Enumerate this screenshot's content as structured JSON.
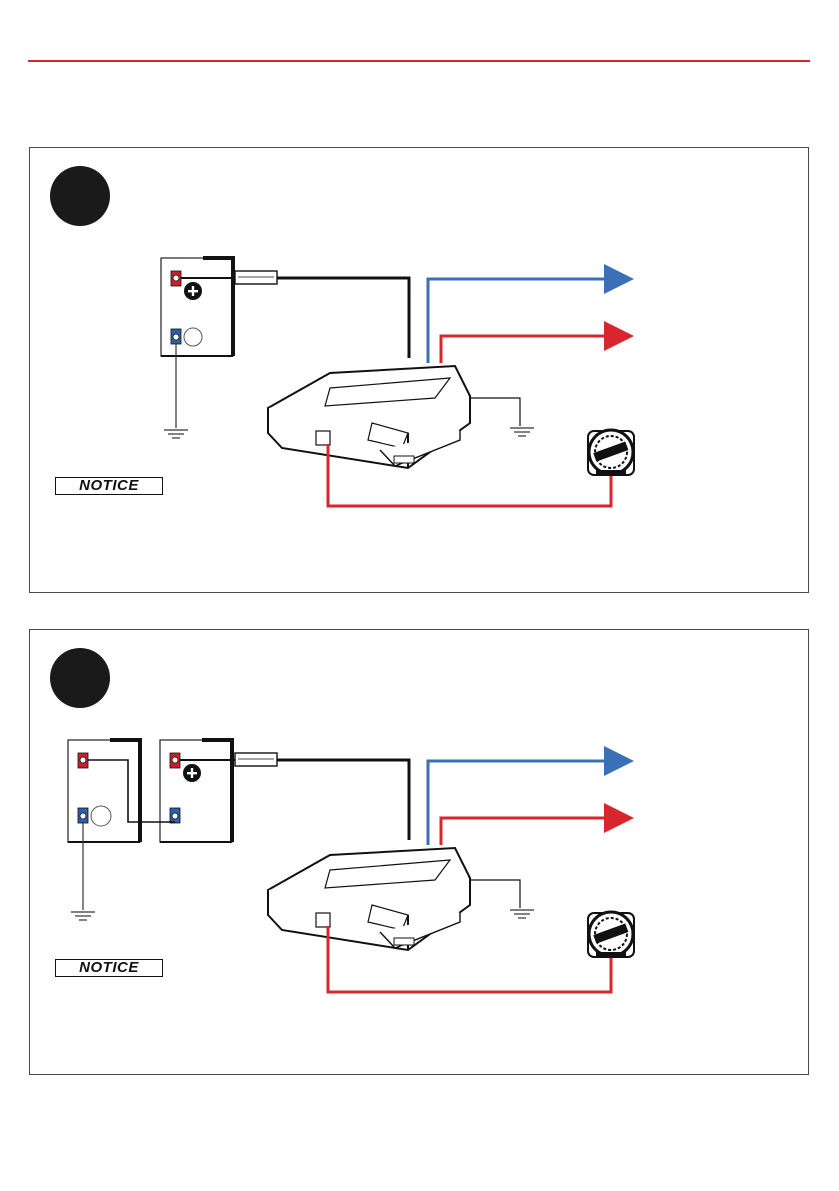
{
  "page": {
    "rule_color": "#d8262e"
  },
  "colors": {
    "blue_wire": "#3b6fb6",
    "red_wire": "#d8262e",
    "black_wire": "#1a1a1a",
    "terminal_red": "#c8202b",
    "terminal_blue": "#2f5fa8"
  },
  "panels": [
    {
      "notice_label": "NOTICE",
      "battery_count": 1,
      "step_dot_icon": "step-number-dot"
    },
    {
      "notice_label": "NOTICE",
      "battery_count": 2,
      "step_dot_icon": "step-number-dot"
    }
  ],
  "icons": [
    "battery-icon",
    "fuse-icon",
    "ground-icon",
    "controller-module-icon",
    "brake-sensor-icon",
    "plus-terminal-icon",
    "arrow-right-icon"
  ]
}
